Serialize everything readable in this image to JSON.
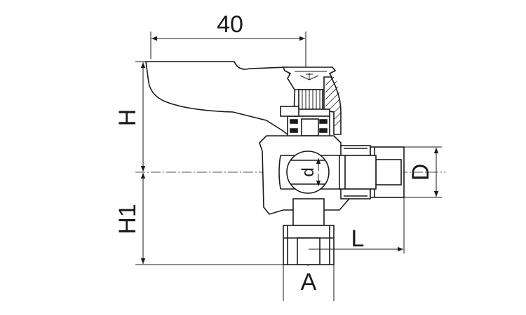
{
  "dimensions": {
    "width_label": "40",
    "height_label": "H",
    "lower_height_label": "H1",
    "outlet_length_label": "L",
    "outlet_diameter_label": "D",
    "bore_label": "d",
    "inlet_thread_label": "A"
  },
  "colors": {
    "line": "#1a1a1a",
    "background": "#ffffff"
  }
}
